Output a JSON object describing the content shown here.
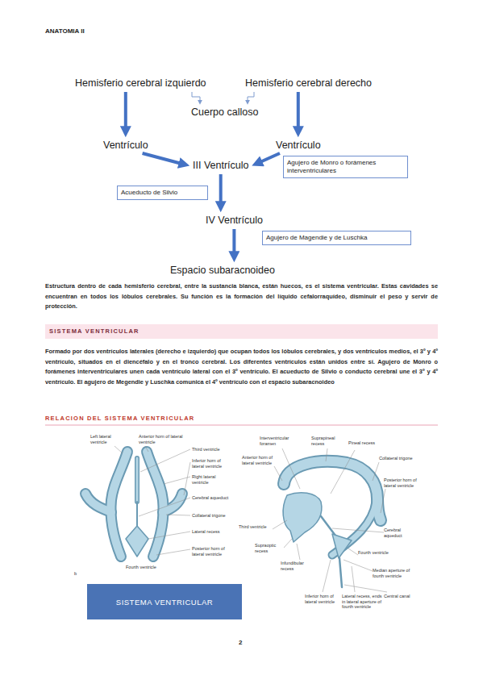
{
  "diagram": {
    "nodes": [
      {
        "text": [
          "Hemisferio cerebral izquierdo"
        ]
      },
      {
        "text": [
          "Hemisferio cerebral derecho"
        ]
      },
      {
        "text": [
          "Cuerpo calloso"
        ]
      },
      {
        "text": [
          "Ventrículo"
        ]
      },
      {
        "text": [
          "Ventrículo"
        ]
      },
      {
        "text": [
          "Agujero de Monro o forámenes interventriculares"
        ]
      },
      {
        "text": [
          "III Ventrículo"
        ]
      },
      {
        "text": [
          "Acueducto de Silvio"
        ]
      },
      {
        "text": [
          "IV Ventrículo"
        ]
      },
      {
        "text": [
          "Agujero de Magendie y de Luschka"
        ]
      },
      {
        "text": [
          "Espacio subaracnoideo"
        ]
      },
      {
        "text": [
          "SISTEMA VENTRICULAR"
        ]
      },
      {
        "text": [
          "SISTEMA VENTRICULAR"
        ]
      }
    ],
    "edges": [
      {
        "from": 0,
        "to": 2,
        "arrow": "to"
      },
      {
        "from": 1,
        "to": 2,
        "arrow": "to"
      },
      {
        "from": 0,
        "to": 3,
        "arrow": "to"
      },
      {
        "from": 1,
        "to": 4,
        "arrow": "to"
      },
      {
        "from": 3,
        "to": 6,
        "arrow": "to"
      },
      {
        "from": 4,
        "to": 6,
        "arrow": "to"
      },
      {
        "from": 6,
        "to": 8,
        "arrow": "to"
      },
      {
        "from": 8,
        "to": 10,
        "arrow": "to"
      }
    ],
    "labels": [
      "ANATOMIA II",
      "Estructura dentro de cada hemisferio cerebral, entre la sustancia blanca, están huecos, es el sistema ventricular. Estas cavidades se encuentran en todos los lóbulos cerebrales. Su función es la formación del líquido cefalorraquídeo, disminuir el peso y servir de protección.",
      "Formado por dos ventrículos laterales (derecho e izquierdo) que ocupan todos los lóbulos cerebrales, y dos ventrículos medios, el 3º y 4º ventrículo, situados en el diencéfalo y en el tronco cerebral. Los diferentes ventrículos están unidos entre sí. Agujero de Monro o forámenes interventriculares unen cada ventrículo lateral con el 3º ventrículo. El acueducto de Silvio o conducto cerebral une el 3º y 4º ventrículo. El agujero de Megendie y Luschka comunica el 4º ventrículo con el espacio subaracnoideo",
      "RELACION DEL SISTEMA VENTRICULAR",
      "Left lateral ventricle",
      "Anterior horn of lateral ventricle",
      "Third ventricle",
      "Inferior horn of lateral ventricle",
      "Right lateral ventricle",
      "Cerebral aqueduct",
      "Collateral trigone",
      "Lateral recess",
      "Posterior horn of lateral ventricle",
      "Fourth ventricle",
      "b",
      "Interventricular foramen",
      "Suprapineal recess",
      "Pineal recess",
      "Collateral trigone",
      "Anterior horn of lateral ventricle",
      "Posterior horn of lateral ventricle",
      "Third ventricle",
      "Cerebral aqueduct",
      "Supraoptic recess",
      "Infundibular recess",
      "Fourth ventricle",
      "Median aperture of fourth ventricle",
      "Inferior horn of lateral ventricle",
      "Lateral recess, ends in lateral aperture of fourth ventricle",
      "Central canal",
      "2"
    ]
  }
}
